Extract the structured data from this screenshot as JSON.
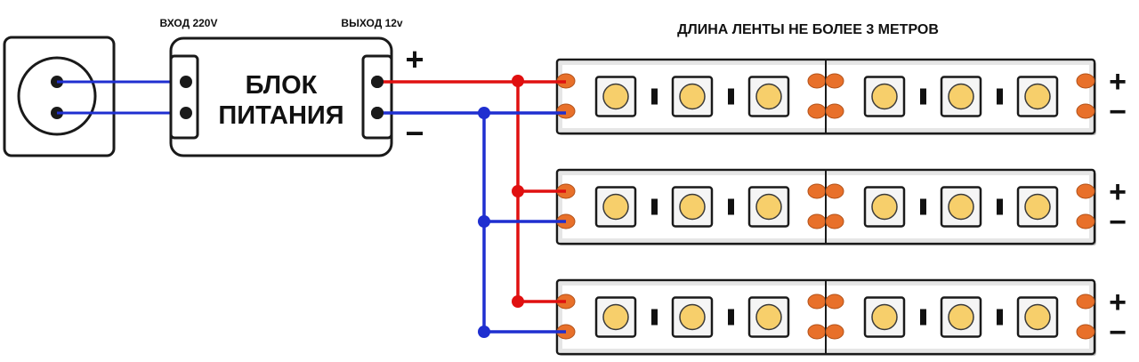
{
  "labels": {
    "input": "ВХОД 220V",
    "output": "ВЫХОД 12v",
    "psu_line1": "БЛОК",
    "psu_line2": "ПИТАНИЯ",
    "plus": "+",
    "minus": "−",
    "strip_title": "ДЛИНА ЛЕНТЫ НЕ БОЛЕЕ 3 МЕТРОВ"
  },
  "colors": {
    "positive_wire": "#e01010",
    "negative_wire": "#1f2fd0",
    "outline": "#1a1a1a",
    "led_fill": "#f7cf6b",
    "contact_pad": "#e8702a",
    "strip_body": "#ffffff",
    "strip_edge": "#e6e6e6"
  },
  "strips": {
    "count": 3,
    "segments_per_strip": 2,
    "leds_per_segment": 3
  }
}
